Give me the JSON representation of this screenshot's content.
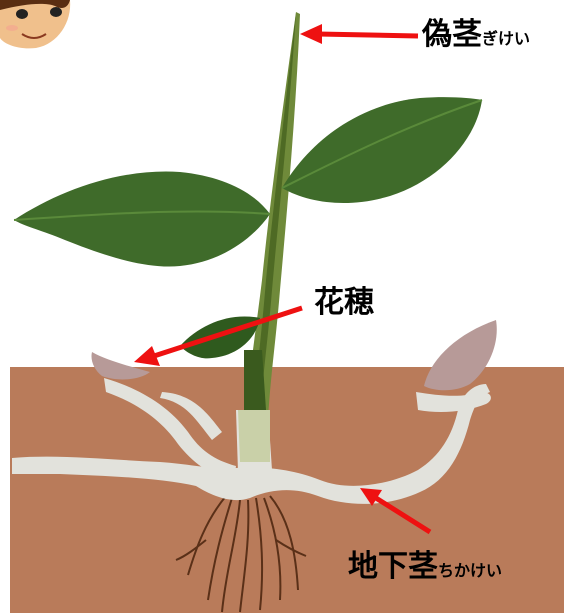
{
  "labels": {
    "pseudostem": {
      "text": "偽茎",
      "reading": "ぎけい"
    },
    "flower_spike": {
      "text": "花穂"
    },
    "rhizome": {
      "text": "地下茎",
      "reading": "ちかけい"
    }
  },
  "colors": {
    "soil": "#b97b5a",
    "leaf": "#3f6b2a",
    "leaf_light": "#5a8a3a",
    "stem": "#6f8a3a",
    "rhizome": "#e2e2dc",
    "bud": "#b79a98",
    "root": "#5a3018",
    "arrow": "#ee1111",
    "label_text": "#000000"
  }
}
